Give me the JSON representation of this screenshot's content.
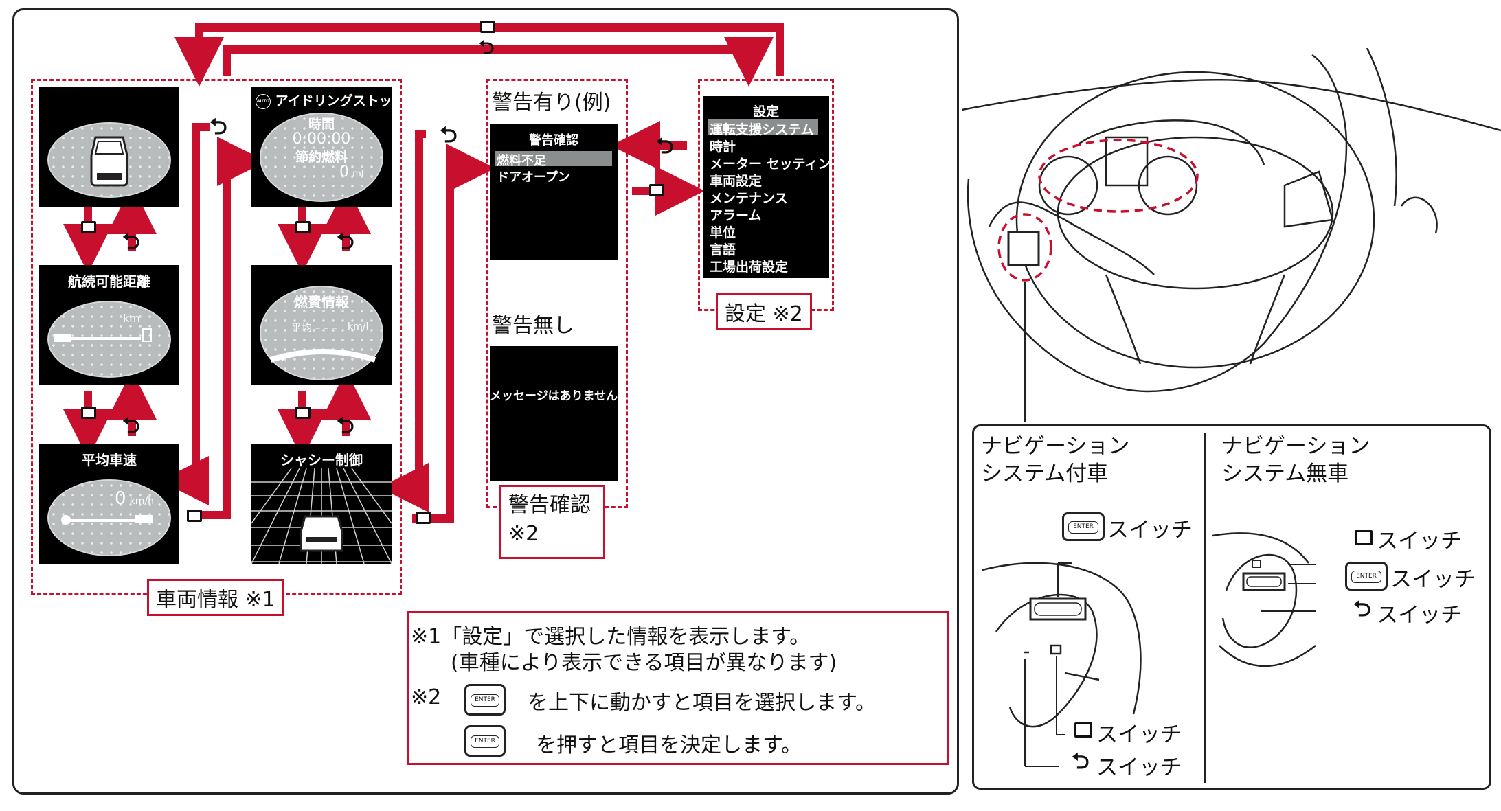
{
  "vehicle_info": {
    "label": "車両情報 ※1",
    "range_screen": {
      "title": "航続可能距離",
      "unit": "km"
    },
    "speed_screen": {
      "title": "平均車速",
      "value": "0",
      "unit": "km/h"
    },
    "idle_screen": {
      "title": "アイドリングストップ",
      "auto_badge": "AUTO",
      "row1": "時間",
      "row2": "0:00:00",
      "row3": "節約燃料",
      "row4": "0",
      "row4_unit": "ml"
    },
    "fuel_screen": {
      "title": "燃費情報",
      "avg_label": "平均",
      "avg_value": "– – –",
      "unit": "km/l"
    },
    "chassis_screen": {
      "title": "シャシー制御"
    }
  },
  "warning": {
    "with_label": "警告有り(例)",
    "without_label": "警告無し",
    "screen_title": "警告確認",
    "items": [
      "燃料不足",
      "ドアオープン"
    ],
    "no_message": "メッセージはありません",
    "box_label_line1": "警告確認",
    "box_label_line2": "※2"
  },
  "settings": {
    "title": "設定",
    "items": [
      "運転支援システム",
      "時計",
      "メーター セッティング",
      "車両設定",
      "メンテナンス",
      "アラーム",
      "単位",
      "言語",
      "工場出荷設定"
    ],
    "box_label": "設定 ※2"
  },
  "notes": {
    "line1": "※1「設定」で選択した情報を表示します。",
    "line2": "(車種により表示できる項目が異なります)",
    "line3_prefix": "※2",
    "line3": "を上下に動かすと項目を選択します。",
    "line4": "を押すと項目を決定します。",
    "enter_text": "ENTER"
  },
  "right_panel": {
    "with_nav_line1": "ナビゲーション",
    "with_nav_line2": "システム付車",
    "without_nav_line1": "ナビゲーション",
    "without_nav_line2": "システム無車",
    "switch_label": "スイッチ",
    "enter_text": "ENTER"
  },
  "colors": {
    "accent": "#c8102e",
    "screen_bg": "#000000",
    "oval_fill": "#b9bcbd"
  }
}
